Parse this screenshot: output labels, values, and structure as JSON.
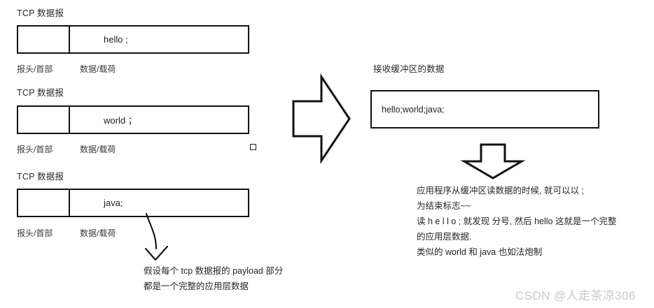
{
  "diagram": {
    "title_text": "TCP 数据报",
    "segments": [
      {
        "caption": "TCP 数据报",
        "payload": "hello ;",
        "header_label": "报头/首部",
        "payload_label": "数据/载荷"
      },
      {
        "caption": "TCP 数据报",
        "payload": "world ；",
        "header_label": "报头/首部",
        "payload_label": "数据/载荷"
      },
      {
        "caption": "TCP 数据报",
        "payload": "java;",
        "header_label": "报头/首部",
        "payload_label": "数据/载荷"
      }
    ],
    "left_note": {
      "line1": "假设每个 tcp 数据报的 payload 部分",
      "line2": "都是一个完整的应用层数据"
    },
    "buffer": {
      "caption": "接收缓冲区的数据",
      "content": "hello;world;java;"
    },
    "right_note": {
      "line1": "应用程序从缓冲区读数据的时候, 就可以以 ;",
      "line2": "为结束标志~~",
      "line3": "读 h e l l o ; 就发现 分号, 然后 hello 这就是一个完整",
      "line4": "的应用层数据.",
      "line5": "类似的 world 和 java 也如法炮制"
    },
    "watermark": "CSDN @人走茶凉306",
    "colors": {
      "stroke": "#111111",
      "text": "#262626",
      "watermark": "#c9c9c9",
      "background": "#ffffff"
    }
  }
}
